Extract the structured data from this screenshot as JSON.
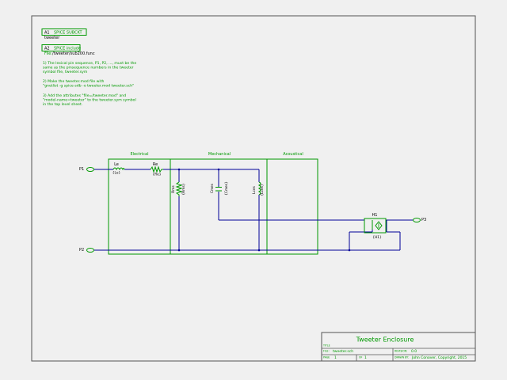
{
  "notes": {
    "a1_ref": "A1",
    "a1_label": "SPICE SUBCKT",
    "a1_value": "tweeter",
    "a2_ref": "A2",
    "a2_label": "SPICE include",
    "a2_file_prefix": "File:",
    "a2_file_value": "/tweeter/sub200.func",
    "note1": [
      "1) The lexical pin sequence, P1, P2, ..., must be the",
      "same as the pinsequence numbers in the tweeter",
      "symbol file, tweeter.sym"
    ],
    "note2": [
      "2) Make the tweeter.mod file with",
      "\"gnetlist -g spice-sdb -o tweeter.mod tweeter.sch\""
    ],
    "note3": [
      "3) Add the attributes \"file=/tweeter.mod\" and",
      "\"model-name=tweeter\" to the tweeter.sym symbol",
      "in the top level sheet."
    ]
  },
  "sections": {
    "electrical": "Electrical",
    "mechanical": "Mechanical",
    "acoustical": "Acoustical"
  },
  "components": {
    "le_ref": "Le",
    "le_val": "{Le}",
    "re_ref": "Re",
    "re_val": "{Re}",
    "rms_ref": "Rms",
    "rms_val": "{Rms}",
    "cmes_ref": "Cmes",
    "cmes_val": "{Cmes}",
    "lces_ref": "Lces",
    "lces_val": "{Lces}",
    "h1_ref": "H1",
    "h1_val": "{H1}"
  },
  "pins": {
    "p1": "P1",
    "p2": "P2",
    "p3": "P3"
  },
  "title_block": {
    "title": "Tweeter Enclosure",
    "file_label": "FILE:",
    "file_value": "tweeter.sch",
    "revision_label": "REVISION:",
    "revision_value": "0.0",
    "page_label": "PAGE",
    "page_value": "1",
    "of_label": "OF",
    "of_value": "1",
    "drawn_label": "DRAWN BY:",
    "drawn_value": "John Conover, Copyright, 2015",
    "title_label": "TITLE"
  },
  "colors": {
    "background": "#f0f0f0",
    "frame": "#555555",
    "wire": "#000099",
    "component": "#009900",
    "text": "#009900"
  }
}
